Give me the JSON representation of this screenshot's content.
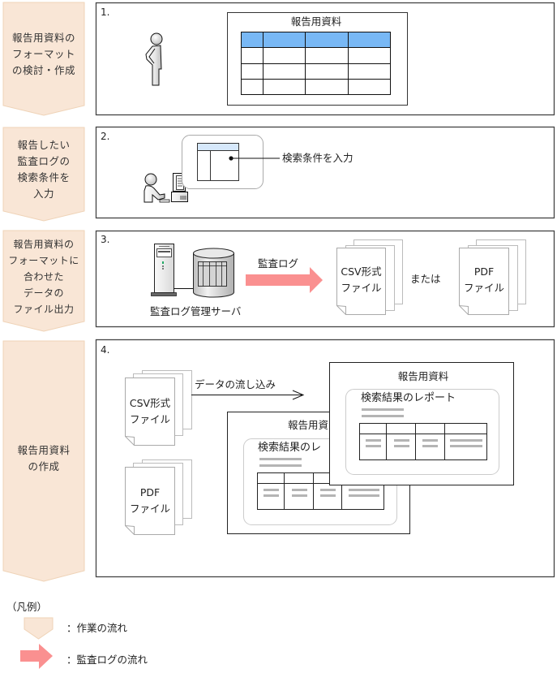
{
  "colors": {
    "flow_arrow_fill": "#f9e6d6",
    "flow_arrow_stroke": "#efd3b7",
    "log_arrow": "#fa9090",
    "table_header": "#78b8f5",
    "table_header_light": "#d6e8fb",
    "panel_border": "#444444",
    "gray_line": "#b4b4b4"
  },
  "steps": [
    {
      "flow_label": "報告用資料の\nフォーマット\nの検討・作成",
      "number": "1.",
      "report_title": "報告用資料"
    },
    {
      "flow_label": "報告したい\n監査ログの\n検索条件を\n入力",
      "number": "2.",
      "callout": "検索条件を入力"
    },
    {
      "flow_label": "報告用資料の\nフォーマットに\n合わせた\nデータの\nファイル出力",
      "number": "3.",
      "server_label": "監査ログ管理サーバ",
      "arrow_label": "監査ログ",
      "csv_file": "CSV形式\nファイル",
      "or_text": "または",
      "pdf_file": "PDF\nファイル"
    },
    {
      "flow_label": "報告用資料\nの作成",
      "number": "4.",
      "csv_file": "CSV形式\nファイル",
      "pdf_file": "PDF\nファイル",
      "flow_text": "データの流し込み",
      "back_doc_title": "報告用資",
      "back_report_heading": "検索結果のレ",
      "front_doc_title": "報告用資料",
      "front_report_heading": "検索結果のレポート"
    }
  ],
  "legend": {
    "title": "（凡例）",
    "work_flow": "：作業の流れ",
    "log_flow": "：監査ログの流れ"
  }
}
